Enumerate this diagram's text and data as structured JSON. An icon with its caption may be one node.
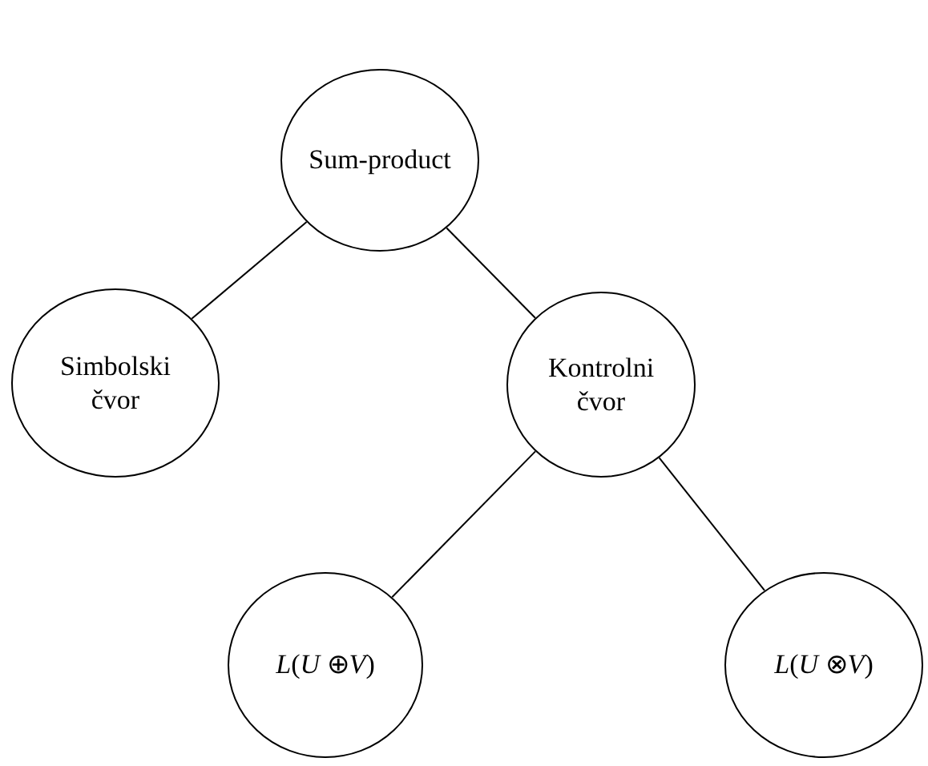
{
  "diagram": {
    "nodes": [
      {
        "text": [
          "Sum-product"
        ]
      },
      {
        "text": [
          "Simbolski čvor"
        ]
      },
      {
        "text": [
          "Kontrolni čvor"
        ]
      },
      {
        "text": [
          "*L*(*U* ⊕*V*)"
        ]
      },
      {
        "text": [
          "*L*(*U* ⊗*V*)"
        ]
      }
    ],
    "edges": [
      {
        "from": 0,
        "to": 1,
        "arrow": "none"
      },
      {
        "from": 0,
        "to": 2,
        "arrow": "none"
      },
      {
        "from": 2,
        "to": 3,
        "arrow": "none"
      },
      {
        "from": 2,
        "to": 4,
        "arrow": "none"
      }
    ]
  }
}
